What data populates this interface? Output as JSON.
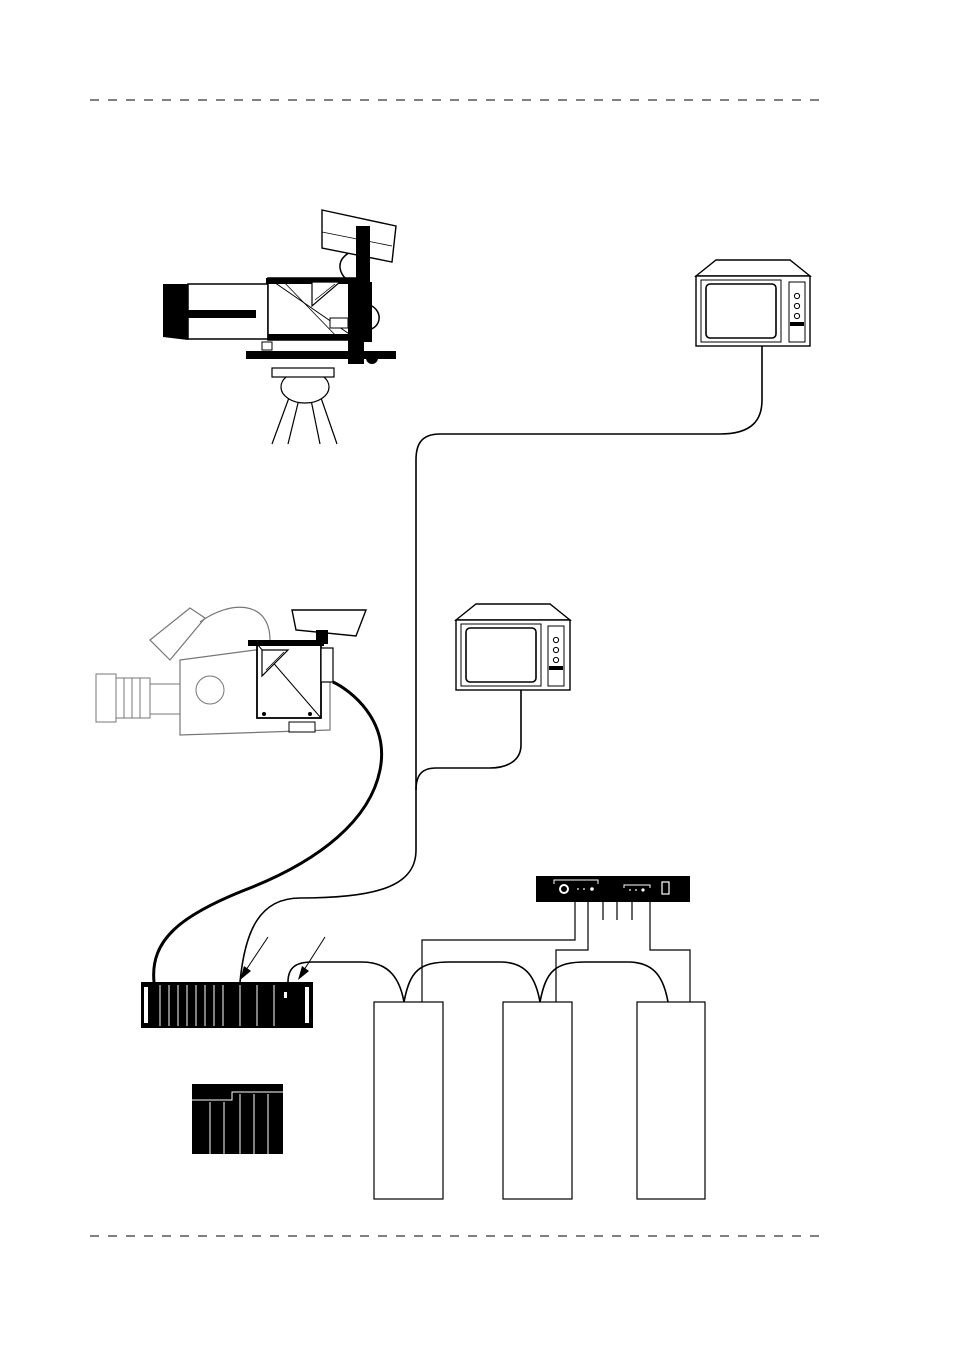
{
  "diagram": {
    "type": "equipment-connection-diagram",
    "colors": {
      "ink": "#000000",
      "paper": "#ffffff",
      "light_ink": "#555555"
    },
    "components": [
      {
        "id": "studio-camera-with-teleprompter",
        "icon": "studio-camera-icon"
      },
      {
        "id": "portable-camera-with-teleprompter",
        "icon": "portable-camera-icon"
      },
      {
        "id": "monitor-top",
        "icon": "monitor-icon"
      },
      {
        "id": "monitor-middle",
        "icon": "monitor-icon"
      },
      {
        "id": "control-rack-unit",
        "icon": "rack-unit-icon"
      },
      {
        "id": "control-panel-module",
        "icon": "panel-module-icon"
      },
      {
        "id": "signal-distribution-unit",
        "icon": "distribution-unit-icon"
      },
      {
        "id": "cabinet-1",
        "icon": "cabinet-icon"
      },
      {
        "id": "cabinet-2",
        "icon": "cabinet-icon"
      },
      {
        "id": "cabinet-3",
        "icon": "cabinet-icon"
      }
    ]
  }
}
